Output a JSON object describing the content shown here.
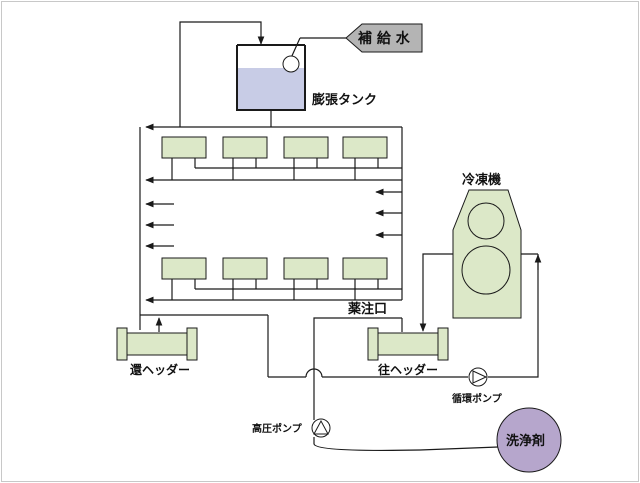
{
  "labels": {
    "makeup_water": "補 給 水",
    "expansion_tank": "膨張タンク",
    "chiller": "冷凍機",
    "injection_port": "薬注口",
    "return_header": "還ヘッダー",
    "supply_header": "往ヘッダー",
    "circulation_pump": "循環ポンプ",
    "high_pressure_pump": "高圧ポンプ",
    "cleaning_agent": "洗浄剤"
  },
  "colors": {
    "equipment_green": "#dce8c8",
    "tank_water": "#c8cce6",
    "cleaning_agent": "#b6a6cc",
    "makeup_tag": "#b4b4b4",
    "line": "#1a1a1a"
  }
}
